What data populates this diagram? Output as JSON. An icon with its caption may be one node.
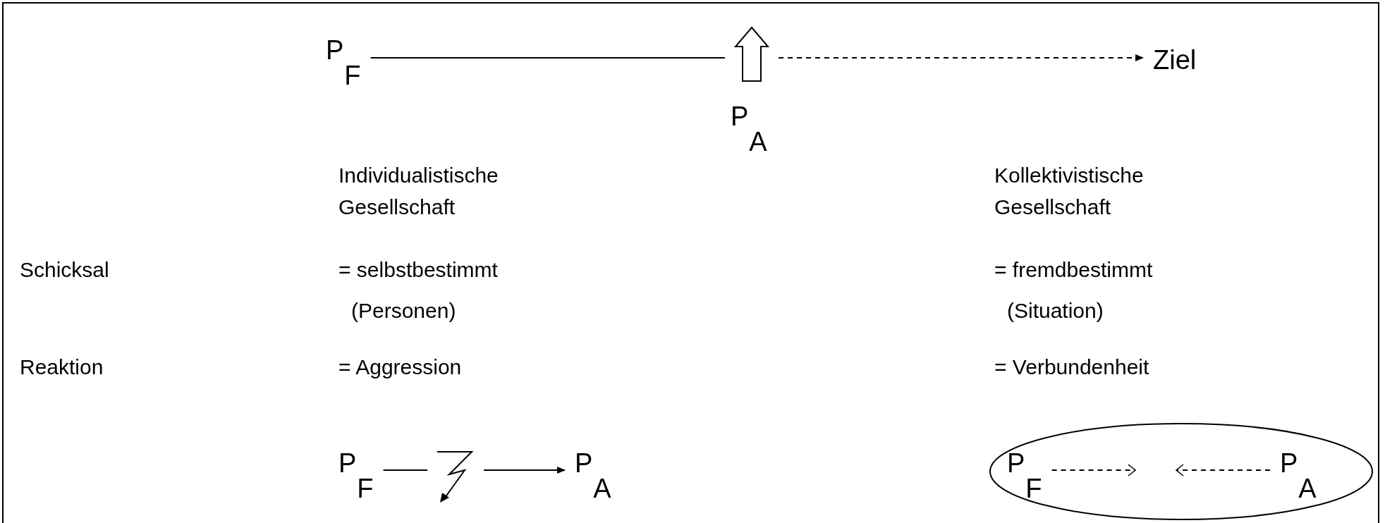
{
  "diagram": {
    "nodes": [
      {
        "text": [
          "P$_{F}$"
        ]
      },
      {
        "text": [],
        "shape": "arrow"
      },
      {
        "text": [
          "Ziel"
        ]
      },
      {
        "text": [
          "P$_{F}$"
        ]
      },
      {
        "text": [],
        "shape": "lightning"
      },
      {
        "text": [
          "P$_{A}$"
        ]
      },
      {
        "text": [],
        "shape": "ellipse"
      },
      {
        "text": [
          "P$_{F}$"
        ],
        "in": 6
      },
      {
        "text": [
          "P$_{A}$"
        ],
        "in": 6
      }
    ],
    "edges": [
      {
        "from": 0,
        "to": 1,
        "arrow": "none"
      },
      {
        "from": 1,
        "to": 2,
        "arrow": "to",
        "style": "dashed"
      },
      {
        "from": 3,
        "to": 4,
        "arrow": "none"
      },
      {
        "from": 4,
        "to": 5,
        "arrow": "to"
      },
      {
        "from": 7,
        "to": null,
        "arrow": "to",
        "style": "dashed"
      },
      {
        "from": 8,
        "to": null,
        "arrow": "to",
        "style": "dashed"
      }
    ],
    "labels": [
      "P$_{A}$",
      "Individualistische Gesellschaft",
      "Kollektivistische Gesellschaft",
      "Schicksal",
      "= selbstbestimmt",
      "= fremdbestimmt",
      "(Personen)",
      "(Situation)",
      "Reaktion",
      "= Aggression",
      "= Verbundenheit"
    ]
  }
}
